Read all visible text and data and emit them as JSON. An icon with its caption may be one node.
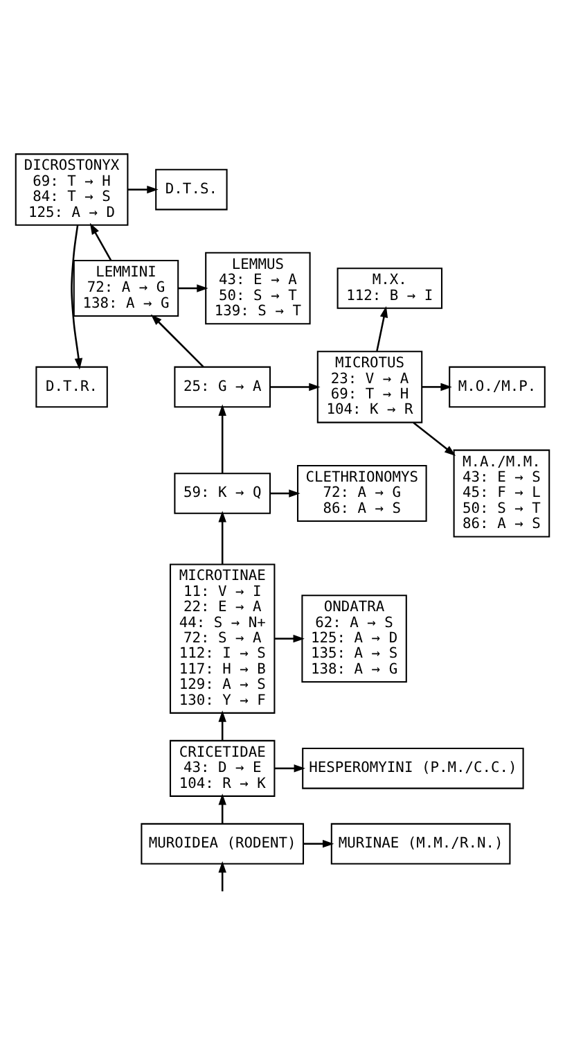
{
  "diagram": {
    "nodes": [
      {
        "text": [
          "DICROSTONYX",
          "69: T → H",
          "84: T → S",
          "125: A → D"
        ]
      },
      {
        "text": [
          "D.T.S."
        ]
      },
      {
        "text": [
          "D.T.R."
        ]
      },
      {
        "text": [
          "LEMMINI",
          "72: A → G",
          "138: A → G"
        ]
      },
      {
        "text": [
          "LEMMUS",
          "43: E → A",
          "50: S → T",
          "139: S → T"
        ]
      },
      {
        "text": [
          "M.X.",
          "112: B → I"
        ]
      },
      {
        "text": [
          "25: G → A"
        ]
      },
      {
        "text": [
          "MICROTUS",
          "23: V → A",
          "69: T → H",
          "104: K → R"
        ]
      },
      {
        "text": [
          "M.O./M.P."
        ]
      },
      {
        "text": [
          "M.A./M.M.",
          "43: E → S",
          "45: F → L",
          "50: S → T",
          "86: A → S"
        ]
      },
      {
        "text": [
          "59: K → Q"
        ]
      },
      {
        "text": [
          "CLETHRIONOMYS",
          "72: A → G",
          "86: A → S"
        ]
      },
      {
        "text": [
          "MICROTINAE",
          "11: V → I",
          "22: E → A",
          "44: S → N+",
          "72: S → A",
          "112: I → S",
          "117: H → B",
          "129: A → S",
          "130: Y → F"
        ]
      },
      {
        "text": [
          "ONDATRA",
          "62: A → S",
          "125: A → D",
          "135: A → S",
          "138: A → G"
        ]
      },
      {
        "text": [
          "CRICETIDAE",
          "43: D → E",
          "104: R → K"
        ]
      },
      {
        "text": [
          "HESPEROMYINI (P.M./C.C.)"
        ]
      },
      {
        "text": [
          "MUROIDEA (RODENT)"
        ]
      },
      {
        "text": [
          "MURINAE (M.M./R.N.)"
        ]
      }
    ],
    "edges": [
      {
        "from": null,
        "to": 16,
        "arrow": "to"
      },
      {
        "from": 16,
        "to": 14,
        "arrow": "to"
      },
      {
        "from": 16,
        "to": 17,
        "arrow": "to"
      },
      {
        "from": 14,
        "to": 12,
        "arrow": "to"
      },
      {
        "from": 14,
        "to": 15,
        "arrow": "to"
      },
      {
        "from": 12,
        "to": 10,
        "arrow": "to"
      },
      {
        "from": 12,
        "to": 13,
        "arrow": "to"
      },
      {
        "from": 10,
        "to": 6,
        "arrow": "to"
      },
      {
        "from": 10,
        "to": 11,
        "arrow": "to"
      },
      {
        "from": 6,
        "to": 3,
        "arrow": "to"
      },
      {
        "from": 6,
        "to": 7,
        "arrow": "to"
      },
      {
        "from": 3,
        "to": 0,
        "arrow": "to"
      },
      {
        "from": 3,
        "to": 4,
        "arrow": "to"
      },
      {
        "from": 0,
        "to": 1,
        "arrow": "to"
      },
      {
        "from": 0,
        "to": 2,
        "arrow": "to"
      },
      {
        "from": 7,
        "to": 5,
        "arrow": "to"
      },
      {
        "from": 7,
        "to": 8,
        "arrow": "to"
      },
      {
        "from": 7,
        "to": 9,
        "arrow": "to"
      }
    ]
  }
}
